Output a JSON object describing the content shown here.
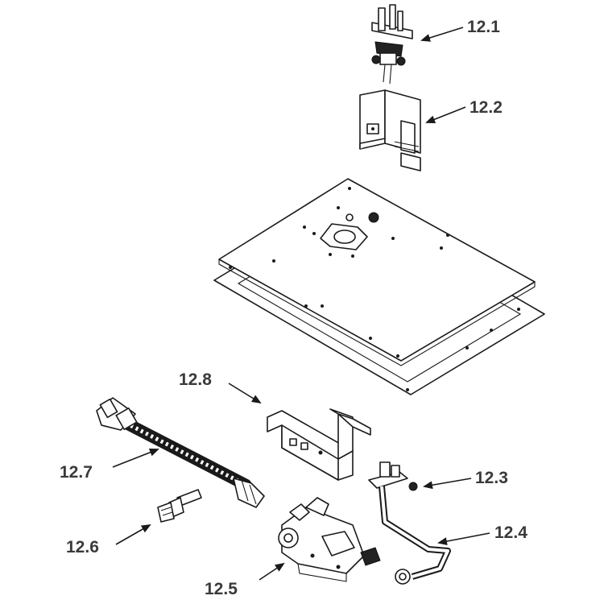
{
  "diagram": {
    "labels": {
      "part_12_1": "12.1",
      "part_12_2": "12.2",
      "part_12_3": "12.3",
      "part_12_4": "12.4",
      "part_12_5": "12.5",
      "part_12_6": "12.6",
      "part_12_7": "12.7",
      "part_12_8": "12.8"
    },
    "colors": {
      "line": "#1a1a1a",
      "label": "#3a3a3a",
      "background": "#ffffff"
    }
  }
}
